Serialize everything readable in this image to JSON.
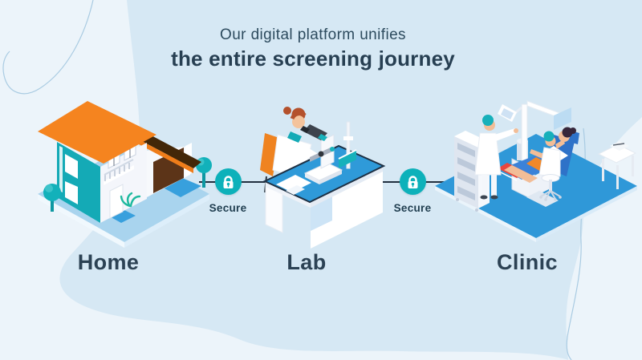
{
  "slide": {
    "title_line1": "Our digital platform unifies",
    "title_line2": "the entire screening journey"
  },
  "journey": {
    "stages": [
      {
        "id": "home",
        "label": "Home",
        "illustration": "isometric-home-with-garage-and-trees"
      },
      {
        "id": "lab",
        "label": "Lab",
        "illustration": "scientist-with-microscope-at-lab-desk"
      },
      {
        "id": "clinic",
        "label": "Clinic",
        "illustration": "dental-clinic-with-chair-patient-and-staff"
      }
    ],
    "connectors": [
      {
        "id": "home-to-lab",
        "label": "Secure",
        "icon": "padlock-icon"
      },
      {
        "id": "lab-to-clinic",
        "label": "Secure",
        "icon": "padlock-icon"
      }
    ]
  },
  "colors": {
    "background": "#ecf4fa",
    "background_blob": "#d6e8f4",
    "teal_accent": "#0db1ba",
    "blue_accent": "#2f98d8",
    "orange_accent": "#f5841f",
    "dark_text": "#2c4254",
    "connector_line": "#22303f"
  }
}
